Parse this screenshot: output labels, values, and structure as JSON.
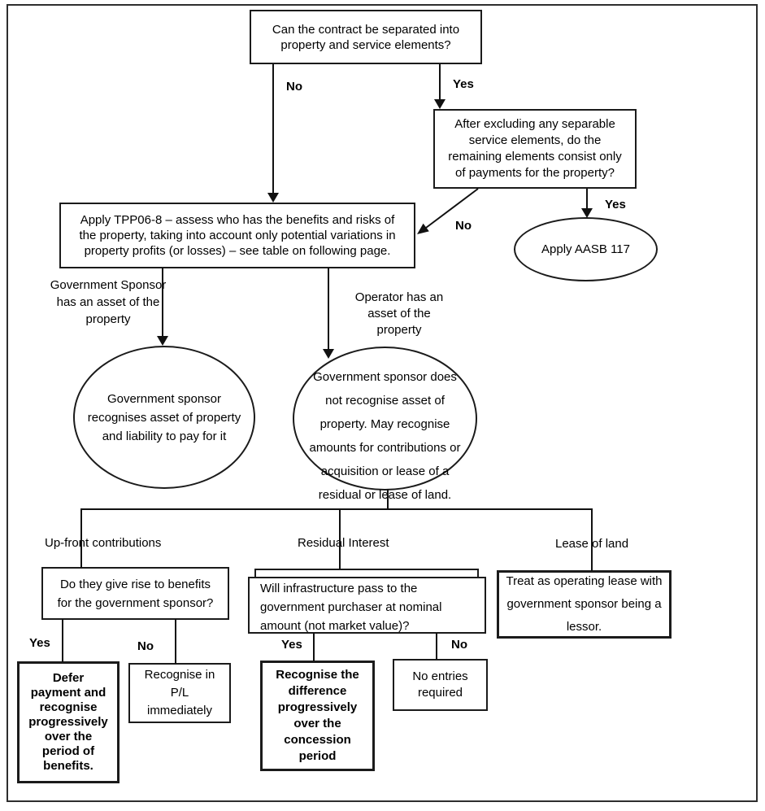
{
  "flowchart": {
    "nodes": {
      "q_separable": {
        "shape": "rect",
        "text": "Can the contract be separated into\nproperty and service elements?"
      },
      "q_payments_only": {
        "shape": "rect",
        "text": "After excluding any separable\nservice elements, do the\nremaining elements consist only\nof payments for the property?"
      },
      "apply_tpp": {
        "shape": "rect",
        "text": "Apply TPP06-8 – assess who has the benefits and risks of\nthe property, taking into account only potential variations in\nproperty profits (or losses) – see table on following page."
      },
      "apply_aasb": {
        "shape": "ellipse",
        "text": "Apply AASB 117"
      },
      "sponsor_recognises": {
        "shape": "ellipse",
        "text": "Government sponsor\nrecognises asset of property\nand liability to pay for it"
      },
      "sponsor_not_recognise": {
        "shape": "ellipse",
        "text": "Government sponsor does\nnot recognise asset of\nproperty. May recognise\namounts for contributions or\nacquisition or lease of a\nresidual or lease of land."
      },
      "q_benefits": {
        "shape": "rect",
        "text": "Do they give rise to benefits\nfor the government sponsor?"
      },
      "q_infrastructure": {
        "shape": "rect",
        "text": "Will infrastructure pass to the\ngovernment purchaser at nominal\namount (not market value)?"
      },
      "lease_treatment": {
        "shape": "rect",
        "text": "Treat as operating lease with\ngovernment sponsor being a\nlessor."
      },
      "defer_payment": {
        "shape": "rect",
        "text": "Defer\npayment and\nrecognise\nprogressively\nover the\nperiod of\nbenefits."
      },
      "recognise_pl": {
        "shape": "rect",
        "text": "Recognise in\nP/L\nimmediately"
      },
      "recognise_difference": {
        "shape": "rect",
        "text": "Recognise the\ndifference\nprogressively\nover the\nconcession\nperiod"
      },
      "no_entries": {
        "shape": "rect",
        "text": "No entries\nrequired"
      }
    },
    "edge_labels": {
      "no_top": "No",
      "yes_top": "Yes",
      "yes_aasb": "Yes",
      "no_to_tpp": "No",
      "gov_sponsor_asset": "Government Sponsor\nhas an asset of the\nproperty",
      "operator_asset": "Operator has an\nasset of the\nproperty",
      "upfront": "Up-front contributions",
      "residual": "Residual Interest",
      "lease_of_land": "Lease of land",
      "yes_benefits": "Yes",
      "no_benefits": "No",
      "yes_infra": "Yes",
      "no_infra": "No"
    },
    "colors": {
      "line": "#111111",
      "text": "#000000",
      "background": "#ffffff"
    }
  }
}
